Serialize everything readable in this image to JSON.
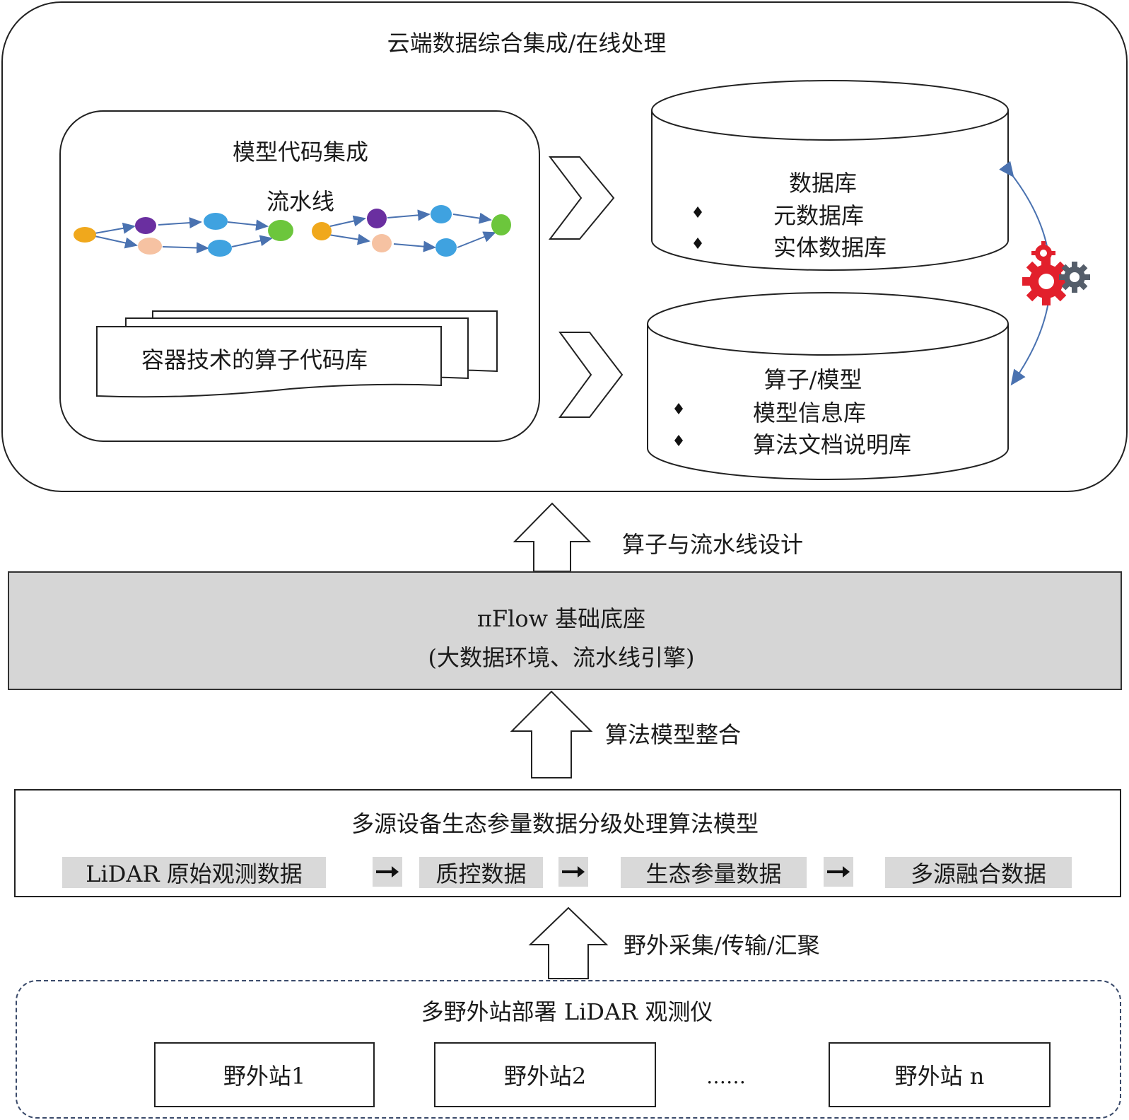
{
  "cloud": {
    "title": "云端数据综合集成/在线处理",
    "model_integration": {
      "title": "模型代码集成",
      "pipeline_label": "流水线",
      "container_label": "容器技术的算子代码库"
    },
    "database": {
      "title": "数据库",
      "items": [
        "元数据库",
        "实体数据库"
      ]
    },
    "operators": {
      "title": "算子/模型",
      "items": [
        "模型信息库",
        "算法文档说明库"
      ]
    }
  },
  "arrows": {
    "design": "算子与流水线设计",
    "integrate": "算法模型整合",
    "collect": "野外采集/传输/汇聚"
  },
  "base": {
    "line1": "πFlow 基础底座",
    "line2": "(大数据环境、流水线引擎)"
  },
  "algo": {
    "title": "多源设备生态参量数据分级处理算法模型",
    "steps": [
      "LiDAR 原始观测数据",
      "质控数据",
      "生态参量数据",
      "多源融合数据"
    ]
  },
  "field": {
    "title": "多野外站部署 LiDAR 观测仪",
    "stations": [
      "野外站1",
      "野外站2",
      "野外站 n"
    ],
    "ellipsis": "……"
  },
  "colors": {
    "node_orange": "#f0a81c",
    "node_purple": "#6a2fa0",
    "node_peach": "#f6c2a2",
    "node_blue": "#3fa2e0",
    "node_green": "#6cc63c",
    "edge_blue": "#4a72b0",
    "gear_red": "#e2202c",
    "gear_gray": "#555e6a"
  }
}
